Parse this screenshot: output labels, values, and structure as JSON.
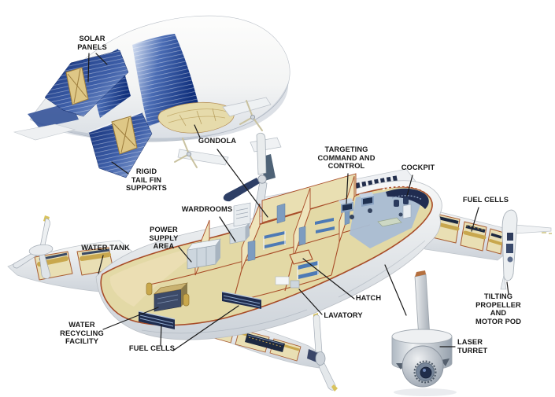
{
  "labels": {
    "solar_panels": {
      "text": "SOLAR\nPANELS"
    },
    "rigid_tail_fin_supports": {
      "text": "RIGID\nTAIL FIN\nSUPPORTS"
    },
    "gondola": {
      "text": "GONDOLA"
    },
    "wardrooms": {
      "text": "WARDROOMS"
    },
    "targeting_command_and_control": {
      "text": "TARGETING\nCOMMAND AND\nCONTROL"
    },
    "cockpit": {
      "text": "COCKPIT"
    },
    "fuel_cells_right": {
      "text": "FUEL CELLS"
    },
    "power_supply_area": {
      "text": "POWER\nSUPPLY\nAREA"
    },
    "water_tank": {
      "text": "WATER TANK"
    },
    "water_recycling_facility": {
      "text": "WATER\nRECYCLING\nFACILITY"
    },
    "fuel_cells_left": {
      "text": "FUEL CELLS"
    },
    "hatch": {
      "text": "HATCH"
    },
    "lavatory": {
      "text": "LAVATORY"
    },
    "tilting_propeller_and_motor_pod": {
      "text": "TILTING\nPROPELLER AND\nMOTOR POD"
    },
    "laser_turret": {
      "text": "LASER\nTURRET"
    }
  },
  "palette": {
    "background": "#ffffff",
    "hull_white": "#f2f3f2",
    "hull_shadow": "#c9cfd8",
    "solar_panel_blue_dark": "#16307e",
    "solar_panel_blue_light": "#a8c0e4",
    "tail_fin_navy": "#1c3a86",
    "fin_truss_tan": "#dec786",
    "interior_floor_cream": "#e3d9a6",
    "interior_wall_cream": "#ece2b8",
    "cutaway_outline_red": "#a84c28",
    "furniture_blue_gray": "#8ba3c2",
    "command_floor_blue": "#a9bdd4",
    "cockpit_console_navy": "#1e2a4e",
    "fuel_cell_navy": "#223052",
    "spar_gold": "#c8a74e",
    "label_text": "#171717"
  }
}
